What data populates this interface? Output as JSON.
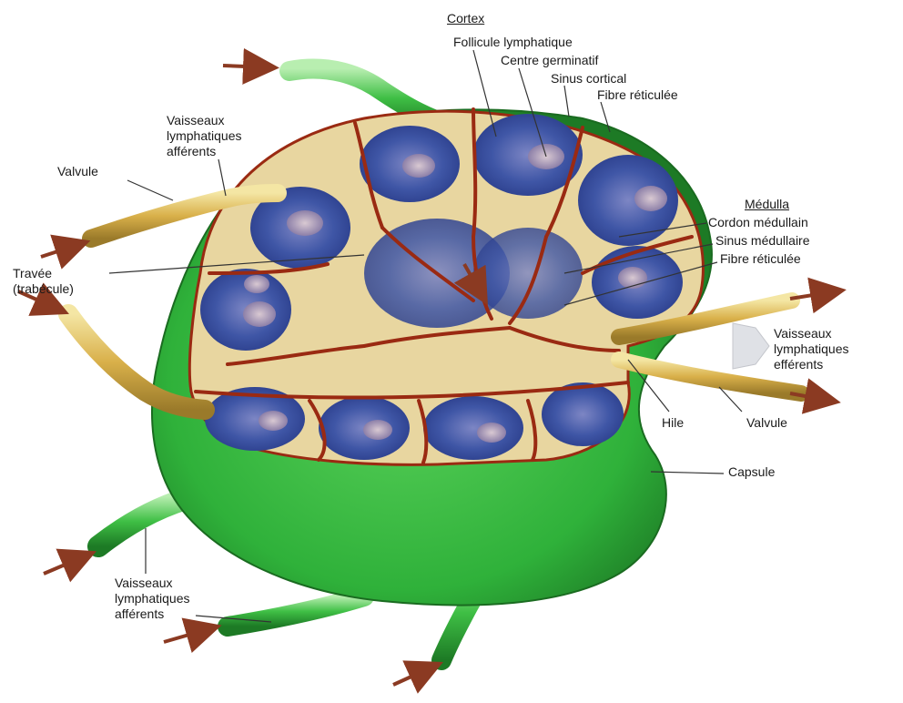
{
  "labels": {
    "cortex": "Cortex",
    "follicule": "Follicule lymphatique",
    "centre_germinatif": "Centre germinatif",
    "sinus_cortical": "Sinus cortical",
    "fibre_reticulee_top": "Fibre réticulée",
    "medulla": "Médulla",
    "cordon_medullaire": "Cordon médullain",
    "sinus_medullaire": "Sinus médullaire",
    "fibre_reticulee_mid": "Fibre réticulée",
    "vaisseaux_afferents_top": [
      "Vaisseaux",
      "lymphatiques",
      "afférents"
    ],
    "valvule_left": "Valvule",
    "travee": [
      "Travée",
      "(trabécule)"
    ],
    "vaisseaux_efferents": [
      "Vaisseaux",
      "lymphatiques",
      "efférents"
    ],
    "hile": "Hile",
    "valvule_right": "Valvule",
    "capsule": "Capsule",
    "vaisseaux_afferents_bottom": [
      "Vaisseaux",
      "lymphatiques",
      "afférents"
    ]
  },
  "colors": {
    "capsule_green": "#2fb13a",
    "capsule_dark": "#1d7a25",
    "follicle_blue": "#3f56a6",
    "germinal_center": "#b9a7b8",
    "trabecula_red": "#9a2a12",
    "sinus_cream": "#e8d6a0",
    "arrow_red": "#8b3a22",
    "vessel_yellow": "#e6c85a"
  }
}
